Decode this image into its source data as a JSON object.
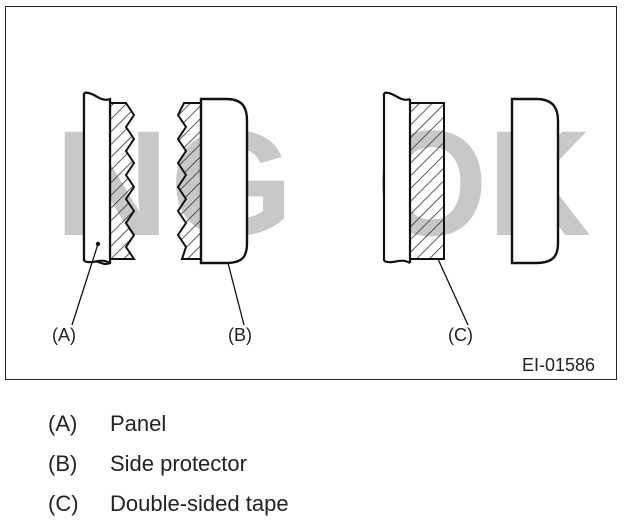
{
  "figure": {
    "watermark_ng": "NG",
    "watermark_ok": "OK",
    "callouts": {
      "a": "(A)",
      "b": "(B)",
      "c": "(C)"
    },
    "figure_id": "EI-01586"
  },
  "legend": [
    {
      "key": "(A)",
      "label": "Panel"
    },
    {
      "key": "(B)",
      "label": "Side protector"
    },
    {
      "key": "(C)",
      "label": "Double-sided tape"
    }
  ]
}
